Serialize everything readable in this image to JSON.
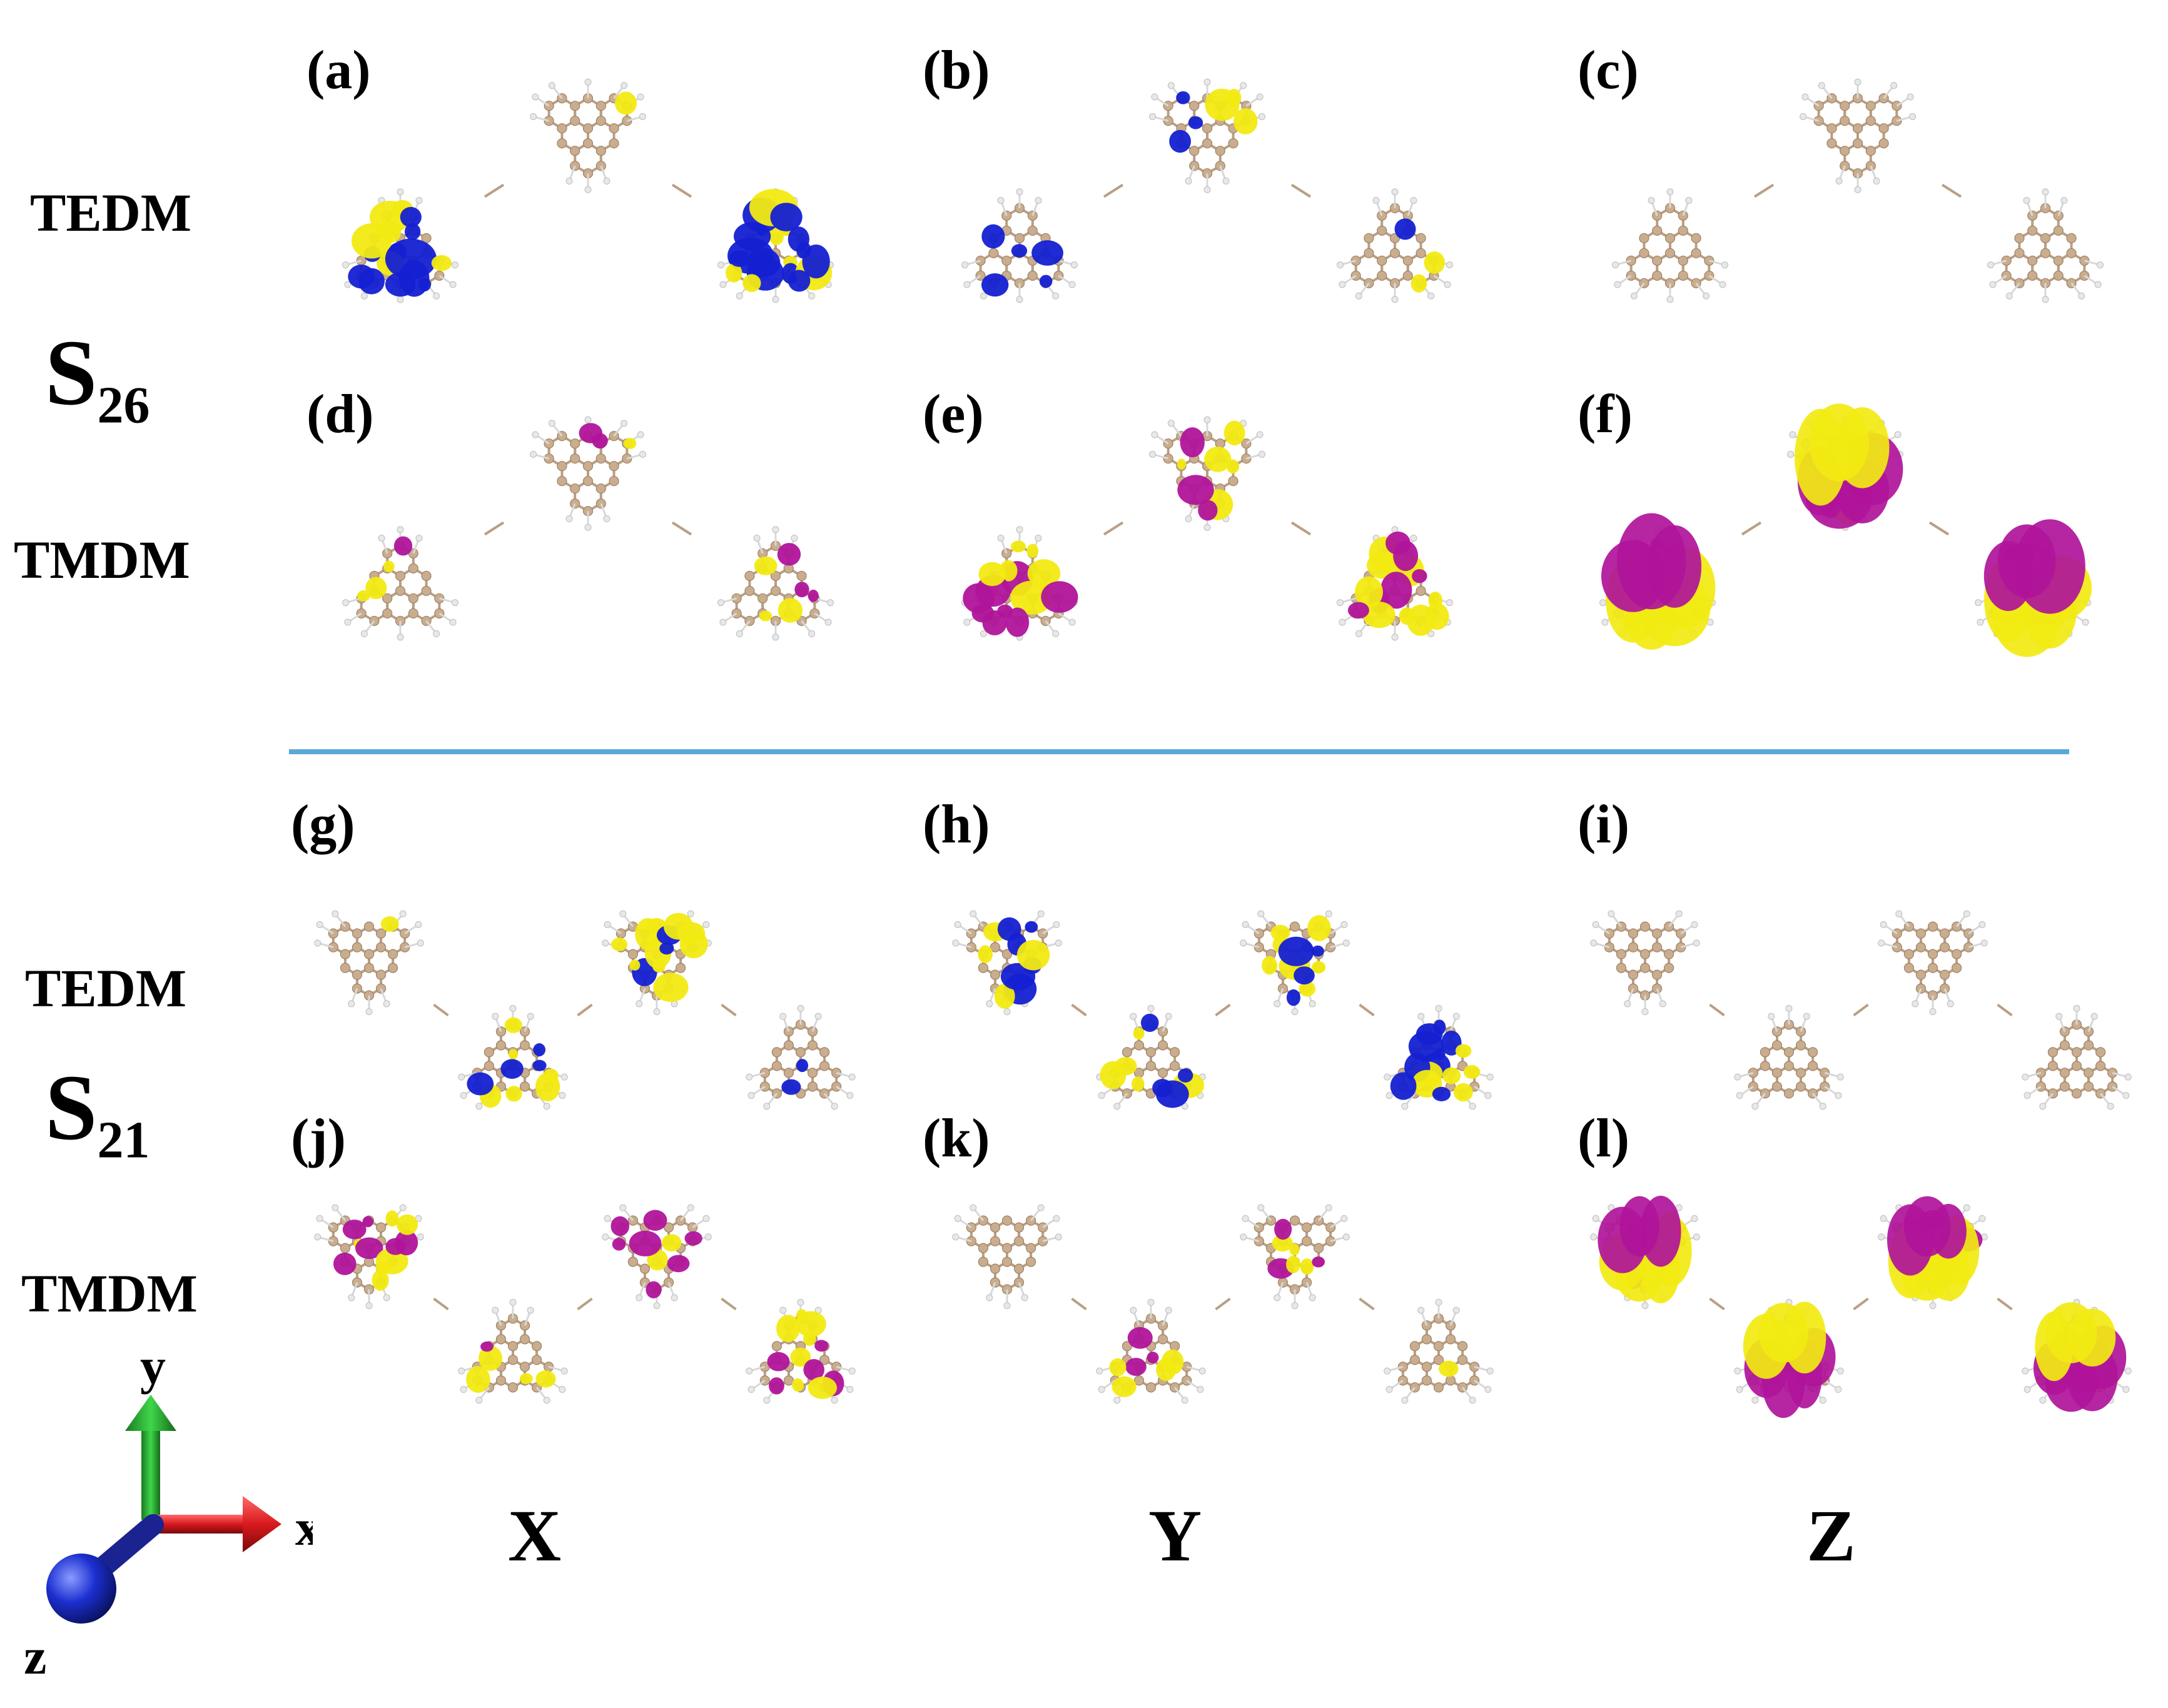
{
  "figure": {
    "panels": [
      {
        "id": "a",
        "label": "(a)",
        "block": "S26",
        "row": "TEDM",
        "col": "X"
      },
      {
        "id": "b",
        "label": "(b)",
        "block": "S26",
        "row": "TEDM",
        "col": "Y"
      },
      {
        "id": "c",
        "label": "(c)",
        "block": "S26",
        "row": "TEDM",
        "col": "Z"
      },
      {
        "id": "d",
        "label": "(d)",
        "block": "S26",
        "row": "TMDM",
        "col": "X"
      },
      {
        "id": "e",
        "label": "(e)",
        "block": "S26",
        "row": "TMDM",
        "col": "Y"
      },
      {
        "id": "f",
        "label": "(f)",
        "block": "S26",
        "row": "TMDM",
        "col": "Z"
      },
      {
        "id": "g",
        "label": "(g)",
        "block": "S21",
        "row": "TEDM",
        "col": "X"
      },
      {
        "id": "h",
        "label": "(h)",
        "block": "S21",
        "row": "TEDM",
        "col": "Y"
      },
      {
        "id": "i",
        "label": "(i)",
        "block": "S21",
        "row": "TEDM",
        "col": "Z"
      },
      {
        "id": "j",
        "label": "(j)",
        "block": "S21",
        "row": "TMDM",
        "col": "X"
      },
      {
        "id": "k",
        "label": "(k)",
        "block": "S21",
        "row": "TMDM",
        "col": "Y"
      },
      {
        "id": "l",
        "label": "(l)",
        "block": "S21",
        "row": "TMDM",
        "col": "Z"
      }
    ],
    "row_labels": {
      "tedm_top": "TEDM",
      "tmdm_top": "TMDM",
      "tedm_bottom": "TEDM",
      "tmdm_bottom": "TMDM"
    },
    "states": [
      {
        "base": "S",
        "sub": "26"
      },
      {
        "base": "S",
        "sub": "21"
      }
    ],
    "column_labels": [
      "X",
      "Y",
      "Z"
    ],
    "axes": {
      "x": "x",
      "y": "y",
      "z": "z"
    },
    "colors": {
      "tedm_positive": "#f2ea12",
      "tedm_negative": "#1420d2",
      "tmdm_positive": "#f2ea12",
      "tmdm_negative": "#b0149a",
      "carbon": "#c9ad8e",
      "hydrogen": "#e8e8e8",
      "divider": "#5aa8d8",
      "axis_x": "#d8191c",
      "axis_y": "#21b02a",
      "axis_z": "#1c2fd0"
    }
  }
}
